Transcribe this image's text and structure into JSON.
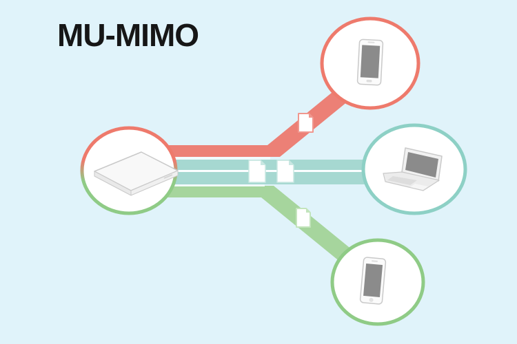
{
  "title": "MU-MIMO",
  "palette": {
    "background": "#e0f3fa",
    "title_color": "#161616",
    "stream_red": "#ec8076",
    "stream_teal": "#a6d8d1",
    "stream_green": "#a6d59d",
    "ring_red": "#ee7a6c",
    "ring_teal": "#8dd0c5",
    "ring_green": "#8fcb86",
    "band_gap": "#f2fafd",
    "stream_divider": "#fbfeff",
    "file_fill": "#ffffff",
    "file_outline_red": "#f0978e",
    "file_outline_teal": "#c9e7e2",
    "file_outline_green": "#c3e4bc",
    "device_screen": "#8b8b8b",
    "device_body": "#fbfbfb",
    "device_edge": "#c9c9c9",
    "node_fill": "#ffffff"
  },
  "diagram": {
    "source_node": {
      "icon": "router-icon",
      "ring": "red-to-green-gradient"
    },
    "streams": [
      {
        "name": "stream-to-smartphone-top",
        "color": "#ec8076",
        "files_in_transit": 1
      },
      {
        "name": "stream-to-laptop",
        "color": "#a6d8d1",
        "files_in_transit": 2
      },
      {
        "name": "stream-to-smartphone-bottom",
        "color": "#a6d59d",
        "files_in_transit": 1
      }
    ],
    "target_nodes": [
      {
        "icon": "smartphone-icon",
        "ring": "#ee7a6c"
      },
      {
        "icon": "laptop-icon",
        "ring": "#8dd0c5"
      },
      {
        "icon": "smartphone-icon",
        "ring": "#8fcb86"
      }
    ]
  }
}
